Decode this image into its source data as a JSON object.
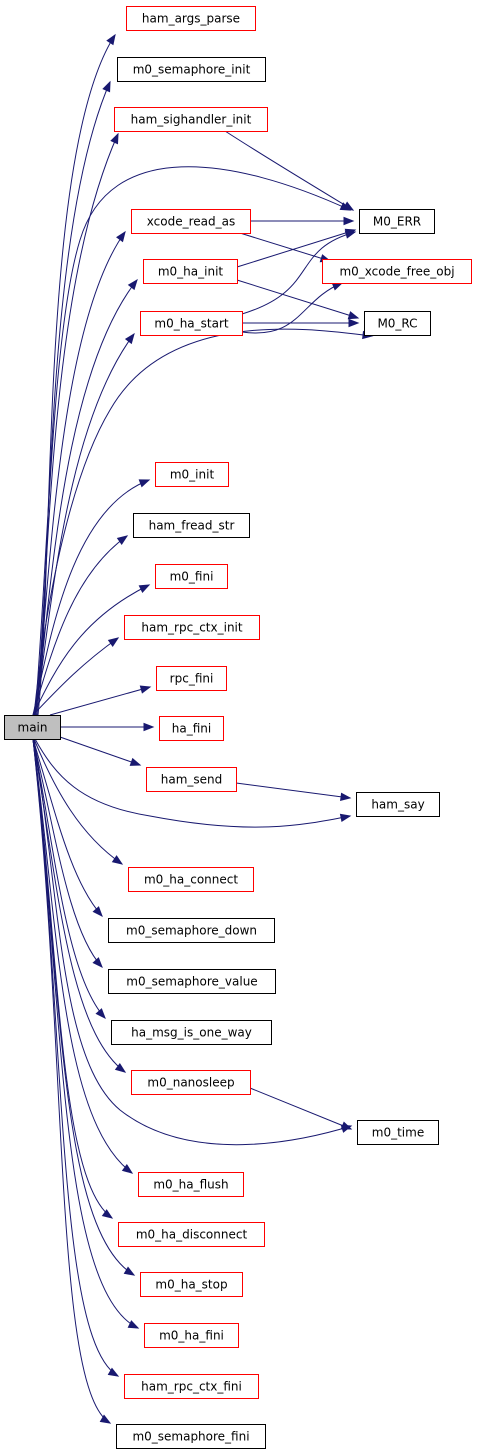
{
  "colors": {
    "edge": "#191970",
    "root_fill": "#bfbfbf",
    "linked_border": "#ff0000",
    "plain_border": "#000000",
    "node_fill": "#ffffff"
  },
  "nodes": {
    "main": {
      "label": "main",
      "style": "root"
    },
    "ham_args_parse": {
      "label": "ham_args_parse",
      "style": "linked"
    },
    "m0_semaphore_init": {
      "label": "m0_semaphore_init",
      "style": "plain"
    },
    "ham_sighandler_init": {
      "label": "ham_sighandler_init",
      "style": "linked"
    },
    "xcode_read_as": {
      "label": "xcode_read_as",
      "style": "linked"
    },
    "M0_ERR": {
      "label": "M0_ERR",
      "style": "plain"
    },
    "m0_ha_init": {
      "label": "m0_ha_init",
      "style": "linked"
    },
    "m0_xcode_free_obj": {
      "label": "m0_xcode_free_obj",
      "style": "linked"
    },
    "m0_ha_start": {
      "label": "m0_ha_start",
      "style": "linked"
    },
    "M0_RC": {
      "label": "M0_RC",
      "style": "plain"
    },
    "m0_init": {
      "label": "m0_init",
      "style": "linked"
    },
    "ham_fread_str": {
      "label": "ham_fread_str",
      "style": "plain"
    },
    "m0_fini": {
      "label": "m0_fini",
      "style": "linked"
    },
    "ham_rpc_ctx_init": {
      "label": "ham_rpc_ctx_init",
      "style": "linked"
    },
    "rpc_fini": {
      "label": "rpc_fini",
      "style": "linked"
    },
    "ha_fini": {
      "label": "ha_fini",
      "style": "linked"
    },
    "ham_send": {
      "label": "ham_send",
      "style": "linked"
    },
    "ham_say": {
      "label": "ham_say",
      "style": "plain"
    },
    "m0_ha_connect": {
      "label": "m0_ha_connect",
      "style": "linked"
    },
    "m0_semaphore_down": {
      "label": "m0_semaphore_down",
      "style": "plain"
    },
    "m0_semaphore_value": {
      "label": "m0_semaphore_value",
      "style": "plain"
    },
    "ha_msg_is_one_way": {
      "label": "ha_msg_is_one_way",
      "style": "plain"
    },
    "m0_nanosleep": {
      "label": "m0_nanosleep",
      "style": "linked"
    },
    "m0_time": {
      "label": "m0_time",
      "style": "plain"
    },
    "m0_ha_flush": {
      "label": "m0_ha_flush",
      "style": "linked"
    },
    "m0_ha_disconnect": {
      "label": "m0_ha_disconnect",
      "style": "linked"
    },
    "m0_ha_stop": {
      "label": "m0_ha_stop",
      "style": "linked"
    },
    "m0_ha_fini": {
      "label": "m0_ha_fini",
      "style": "linked"
    },
    "ham_rpc_ctx_fini": {
      "label": "ham_rpc_ctx_fini",
      "style": "linked"
    },
    "m0_semaphore_fini": {
      "label": "m0_semaphore_fini",
      "style": "plain"
    }
  },
  "edges": [
    [
      "main",
      "ham_args_parse"
    ],
    [
      "main",
      "m0_semaphore_init"
    ],
    [
      "main",
      "ham_sighandler_init"
    ],
    [
      "main",
      "M0_ERR"
    ],
    [
      "main",
      "xcode_read_as"
    ],
    [
      "main",
      "m0_ha_init"
    ],
    [
      "main",
      "m0_ha_start"
    ],
    [
      "main",
      "M0_RC"
    ],
    [
      "main",
      "m0_init"
    ],
    [
      "main",
      "ham_fread_str"
    ],
    [
      "main",
      "m0_fini"
    ],
    [
      "main",
      "ham_rpc_ctx_init"
    ],
    [
      "main",
      "rpc_fini"
    ],
    [
      "main",
      "ha_fini"
    ],
    [
      "main",
      "ham_send"
    ],
    [
      "main",
      "ham_say"
    ],
    [
      "main",
      "m0_ha_connect"
    ],
    [
      "main",
      "m0_semaphore_down"
    ],
    [
      "main",
      "m0_semaphore_value"
    ],
    [
      "main",
      "ha_msg_is_one_way"
    ],
    [
      "main",
      "m0_nanosleep"
    ],
    [
      "main",
      "m0_time"
    ],
    [
      "main",
      "m0_ha_flush"
    ],
    [
      "main",
      "m0_ha_disconnect"
    ],
    [
      "main",
      "m0_ha_stop"
    ],
    [
      "main",
      "m0_ha_fini"
    ],
    [
      "main",
      "ham_rpc_ctx_fini"
    ],
    [
      "main",
      "m0_semaphore_fini"
    ],
    [
      "ham_sighandler_init",
      "M0_ERR"
    ],
    [
      "xcode_read_as",
      "M0_ERR"
    ],
    [
      "xcode_read_as",
      "m0_xcode_free_obj"
    ],
    [
      "m0_ha_init",
      "M0_ERR"
    ],
    [
      "m0_ha_init",
      "M0_RC"
    ],
    [
      "m0_ha_start",
      "M0_ERR"
    ],
    [
      "m0_ha_start",
      "M0_RC"
    ],
    [
      "m0_ha_start",
      "m0_xcode_free_obj"
    ],
    [
      "ham_send",
      "ham_say"
    ],
    [
      "m0_nanosleep",
      "m0_time"
    ]
  ]
}
